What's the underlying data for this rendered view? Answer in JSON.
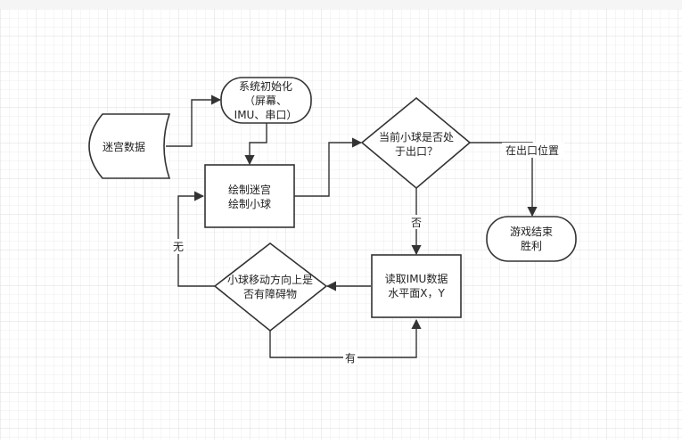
{
  "diagram": {
    "nodes": {
      "maze_data": {
        "label": "迷宫数据"
      },
      "init": {
        "lines": [
          "系统初始化",
          "（屏幕、",
          "IMU、串口）"
        ]
      },
      "draw": {
        "lines": [
          "绘制迷宫",
          "绘制小球"
        ]
      },
      "at_exit": {
        "lines": [
          "当前小球是否处",
          "于出口？"
        ]
      },
      "game_over": {
        "lines": [
          "游戏结束",
          "胜利"
        ]
      },
      "read_imu": {
        "lines": [
          "读取IMU数据",
          "水平面X，Y"
        ]
      },
      "obstacle": {
        "lines": [
          "小球移动方向上是",
          "否有障碍物"
        ]
      }
    },
    "edge_labels": {
      "at_exit_yes": "在出口位置",
      "at_exit_no": "否",
      "obstacle_no": "无",
      "obstacle_yes": "有"
    },
    "colors": {
      "grid_minor": "#eeeeee",
      "grid_major": "#dcdcdc",
      "stroke": "#333333",
      "fill": "#ffffff"
    }
  }
}
